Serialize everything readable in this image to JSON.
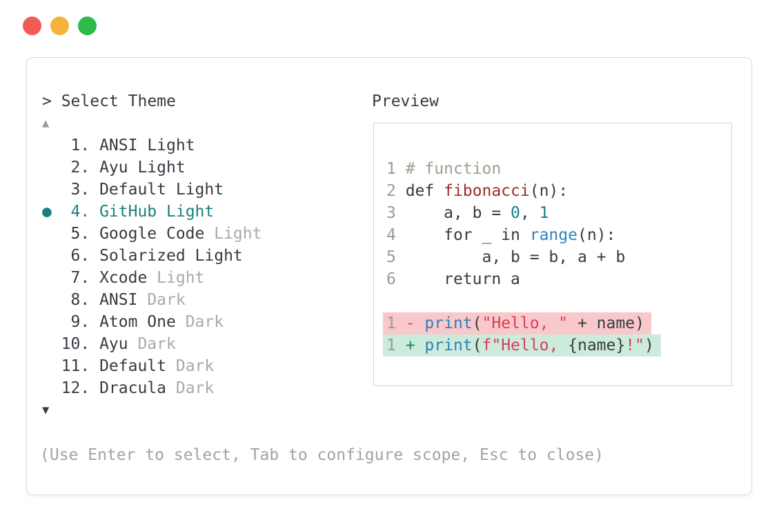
{
  "window": {
    "traffic_lights": [
      {
        "name": "close",
        "color": "#f15b53"
      },
      {
        "name": "minimize",
        "color": "#f4b43b"
      },
      {
        "name": "zoom",
        "color": "#2fbb49"
      }
    ]
  },
  "colors": {
    "accent_teal": "#1a807d",
    "muted_gray": "#a9a9a9",
    "text_dark": "#363b42",
    "removed_bg": "#f9c8ca",
    "added_bg": "#cdebdb",
    "string_red": "#da3e57",
    "call_blue": "#2e81bf",
    "funcdef_maroon": "#a12c28",
    "number_teal": "#17808a",
    "comment_gray_green": "#9aa08f"
  },
  "theme_list": {
    "title": "> Select Theme",
    "scroll_up_indicator": "▲",
    "scroll_down_indicator": "▼",
    "bullet_glyph": "●",
    "items": [
      {
        "number": "1.",
        "name": "ANSI",
        "suffix": "Light",
        "suffix_muted": false,
        "selected": false
      },
      {
        "number": "2.",
        "name": "Ayu",
        "suffix": "Light",
        "suffix_muted": false,
        "selected": false
      },
      {
        "number": "3.",
        "name": "Default",
        "suffix": "Light",
        "suffix_muted": false,
        "selected": false
      },
      {
        "number": "4.",
        "name": "GitHub",
        "suffix": "Light",
        "suffix_muted": false,
        "selected": true
      },
      {
        "number": "5.",
        "name": "Google Code",
        "suffix": "Light",
        "suffix_muted": true,
        "selected": false
      },
      {
        "number": "6.",
        "name": "Solarized",
        "suffix": "Light",
        "suffix_muted": false,
        "selected": false
      },
      {
        "number": "7.",
        "name": "Xcode",
        "suffix": "Light",
        "suffix_muted": true,
        "selected": false
      },
      {
        "number": "8.",
        "name": "ANSI",
        "suffix": "Dark",
        "suffix_muted": true,
        "selected": false
      },
      {
        "number": "9.",
        "name": "Atom One",
        "suffix": "Dark",
        "suffix_muted": true,
        "selected": false
      },
      {
        "number": "10.",
        "name": "Ayu",
        "suffix": "Dark",
        "suffix_muted": true,
        "selected": false
      },
      {
        "number": "11.",
        "name": "Default",
        "suffix": "Dark",
        "suffix_muted": true,
        "selected": false
      },
      {
        "number": "12.",
        "name": "Dracula",
        "suffix": "Dark",
        "suffix_muted": true,
        "selected": false
      }
    ]
  },
  "preview": {
    "title": "Preview",
    "code_lines": [
      {
        "num": "1",
        "bg": null,
        "tokens": [
          {
            "t": "# function",
            "c": "comment"
          }
        ]
      },
      {
        "num": "2",
        "bg": null,
        "tokens": [
          {
            "t": "def ",
            "c": "text"
          },
          {
            "t": "fibonacci",
            "c": "funcdef"
          },
          {
            "t": "(n):",
            "c": "text"
          }
        ]
      },
      {
        "num": "3",
        "bg": null,
        "tokens": [
          {
            "t": "    a, b = ",
            "c": "text"
          },
          {
            "t": "0",
            "c": "number"
          },
          {
            "t": ", ",
            "c": "text"
          },
          {
            "t": "1",
            "c": "number"
          }
        ]
      },
      {
        "num": "4",
        "bg": null,
        "tokens": [
          {
            "t": "    for _ in ",
            "c": "text"
          },
          {
            "t": "range",
            "c": "call"
          },
          {
            "t": "(n):",
            "c": "text"
          }
        ]
      },
      {
        "num": "5",
        "bg": null,
        "tokens": [
          {
            "t": "        a, b = b, a + b",
            "c": "text"
          }
        ]
      },
      {
        "num": "6",
        "bg": null,
        "tokens": [
          {
            "t": "    return a",
            "c": "text"
          }
        ]
      },
      {
        "num": "",
        "bg": null,
        "tokens": []
      },
      {
        "num": "1",
        "bg": "removed",
        "tokens": [
          {
            "t": "- ",
            "c": "minus"
          },
          {
            "t": "print",
            "c": "call"
          },
          {
            "t": "(",
            "c": "text"
          },
          {
            "t": "\"Hello, \"",
            "c": "string"
          },
          {
            "t": " + name)",
            "c": "text"
          }
        ]
      },
      {
        "num": "1",
        "bg": "added",
        "tokens": [
          {
            "t": "+ ",
            "c": "plus"
          },
          {
            "t": "print",
            "c": "call"
          },
          {
            "t": "(",
            "c": "text"
          },
          {
            "t": "f\"Hello, ",
            "c": "string"
          },
          {
            "t": "{name}",
            "c": "text"
          },
          {
            "t": "!\"",
            "c": "string"
          },
          {
            "t": ")",
            "c": "text"
          }
        ]
      }
    ]
  },
  "footer": {
    "hint": "(Use Enter to select, Tab to configure scope, Esc to close)"
  }
}
